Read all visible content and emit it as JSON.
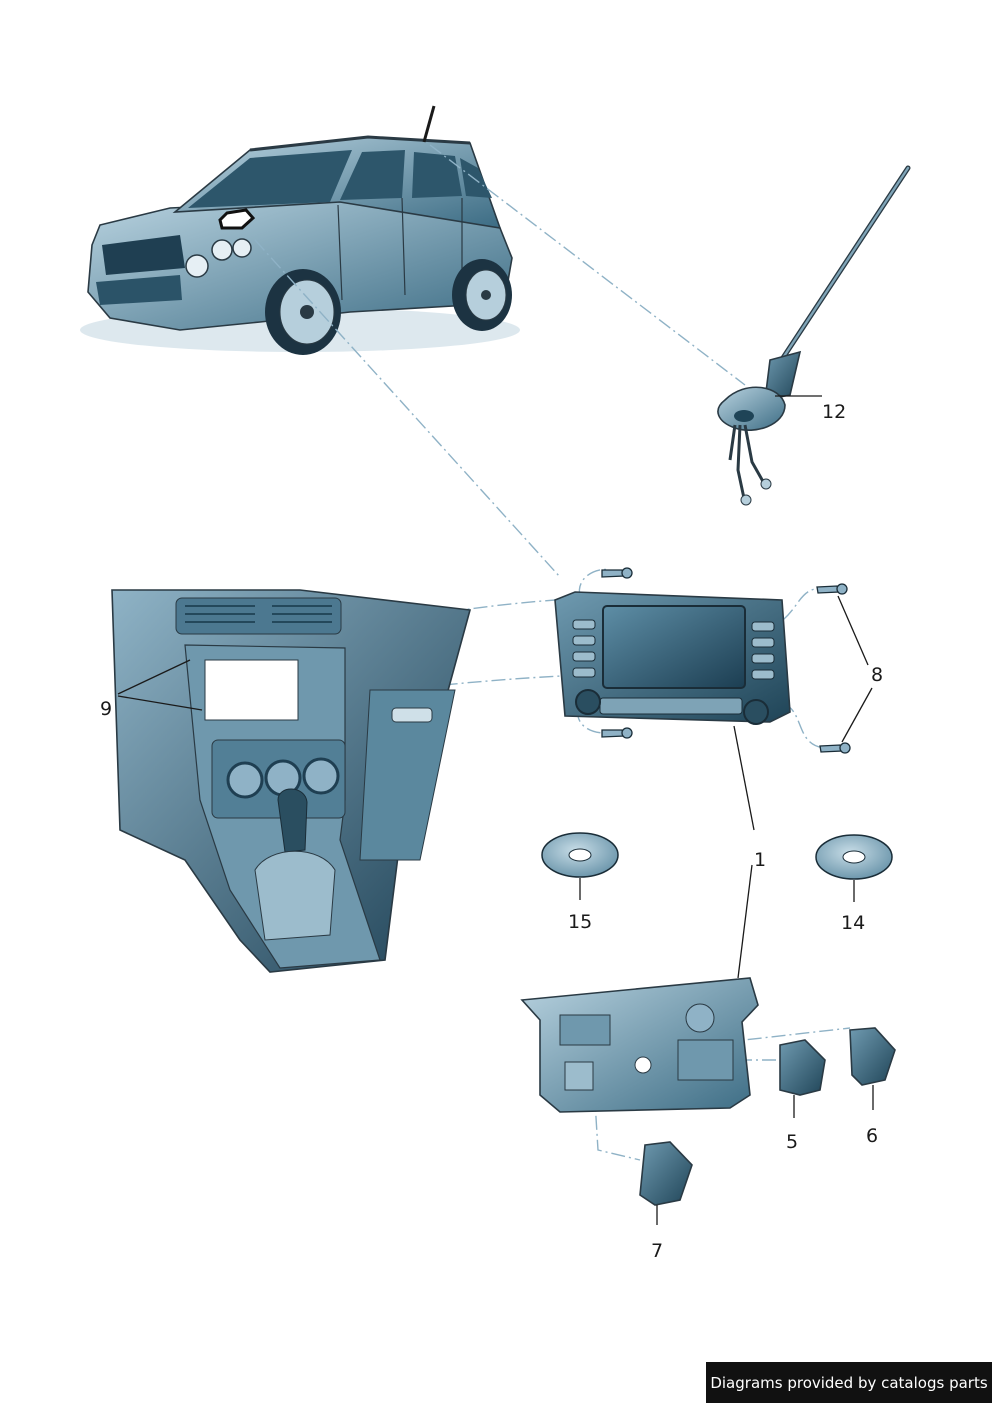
{
  "callouts": [
    {
      "id": "c12",
      "text": "12"
    },
    {
      "id": "c8",
      "text": "8"
    },
    {
      "id": "c9",
      "text": "9"
    },
    {
      "id": "c1",
      "text": "1"
    },
    {
      "id": "c15",
      "text": "15"
    },
    {
      "id": "c14",
      "text": "14"
    },
    {
      "id": "c5",
      "text": "5"
    },
    {
      "id": "c6",
      "text": "6"
    },
    {
      "id": "c7",
      "text": "7"
    }
  ],
  "credit": "Diagrams provided by catalogs parts",
  "colors": {
    "body_dark": "#3c6c84",
    "body_light": "#a9c7d6",
    "outline": "#2a3a44",
    "leader_dash": "#8fb2c6",
    "credit_bg": "#111111"
  }
}
